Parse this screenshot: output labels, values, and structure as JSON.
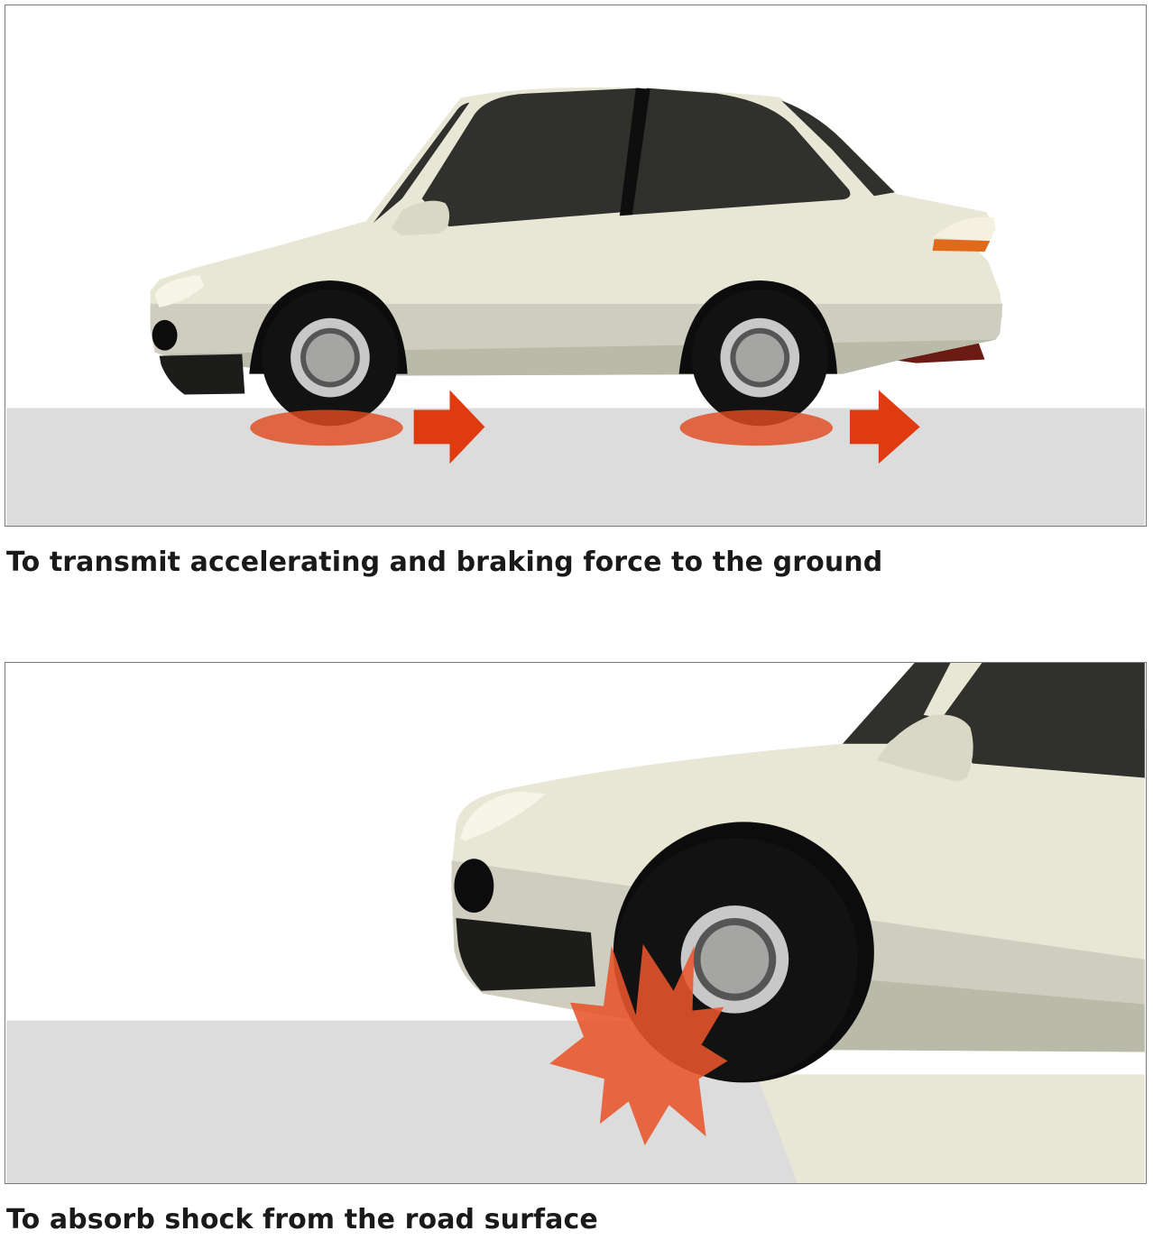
{
  "panels": [
    {
      "id": "acceleration-braking",
      "caption": "To transmit accelerating and braking force to the ground",
      "icons": [
        "car-side-view",
        "contact-patch-highlight",
        "force-arrow-right"
      ]
    },
    {
      "id": "shock-absorption",
      "caption": "To absorb shock from the road surface",
      "icons": [
        "car-front-closeup",
        "impact-burst"
      ]
    }
  ],
  "colors": {
    "body_light": "#e8e6d4",
    "body_mid": "#cfcdbf",
    "body_low": "#babaa8",
    "window": "#30302c",
    "tire": "#121212",
    "rim": "#c8c8c8",
    "hub": "#a5a5a3",
    "road": "#dcdcdc",
    "contact_patch": "#e04a20",
    "arrow": "#e03a10",
    "burst": "#e8542a",
    "turn_signal": "#e06a1a",
    "tail_shadow": "#6b1a14"
  }
}
